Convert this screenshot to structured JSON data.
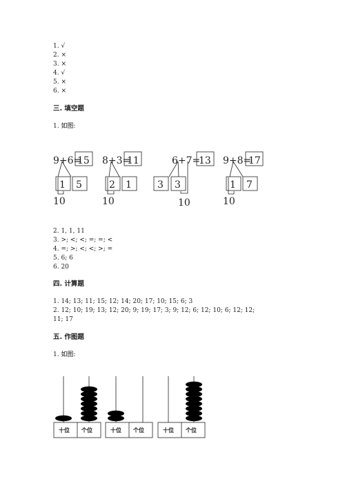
{
  "judge_answers": [
    "1. √",
    "2. ×",
    "3. ×",
    "4. √",
    "5. ×",
    "6. ×"
  ],
  "section3_title": "三. 填空题",
  "q1_label": "1. 如图:",
  "decomp": [
    {
      "expr": "9+6=",
      "result": "15",
      "boxes": [
        "1",
        "5"
      ],
      "ten": "10"
    },
    {
      "expr": "8+3=",
      "result": "11",
      "boxes": [
        "2",
        "1"
      ],
      "ten": "10"
    },
    {
      "expr": "6+7=",
      "result": "13",
      "boxes": [
        "3",
        "3"
      ],
      "ten": "10"
    },
    {
      "expr": "9+8=",
      "result": "17",
      "boxes": [
        "1",
        "7"
      ],
      "ten": "10"
    }
  ],
  "fill_answers": [
    "2. 1, 1, 11",
    "3. >; <; <; =; =; <",
    "4. =; >; <; <; >; =",
    "5. 6; 6",
    "6. 20"
  ],
  "section4_title": "四. 计算题",
  "calc_answers": [
    "1. 14; 13; 11; 15; 12; 14; 20; 17; 10; 15; 6; 3",
    "2. 12; 10; 19; 13; 12; 20; 9; 19; 17; 3; 9; 12; 6; 12; 10; 6; 12; 12;",
    "11; 17"
  ],
  "section5_title": "五. 作图题",
  "q5_label": "1. 如图:",
  "abacus": [
    {
      "tens_label": "十位",
      "ones_label": "个位",
      "tens_beads": 1,
      "ones_beads": 7
    },
    {
      "tens_label": "十位",
      "ones_label": "个位",
      "tens_beads": 2,
      "ones_beads": 0
    },
    {
      "tens_label": "十位",
      "ones_label": "个位",
      "tens_beads": 0,
      "ones_beads": 8
    }
  ]
}
